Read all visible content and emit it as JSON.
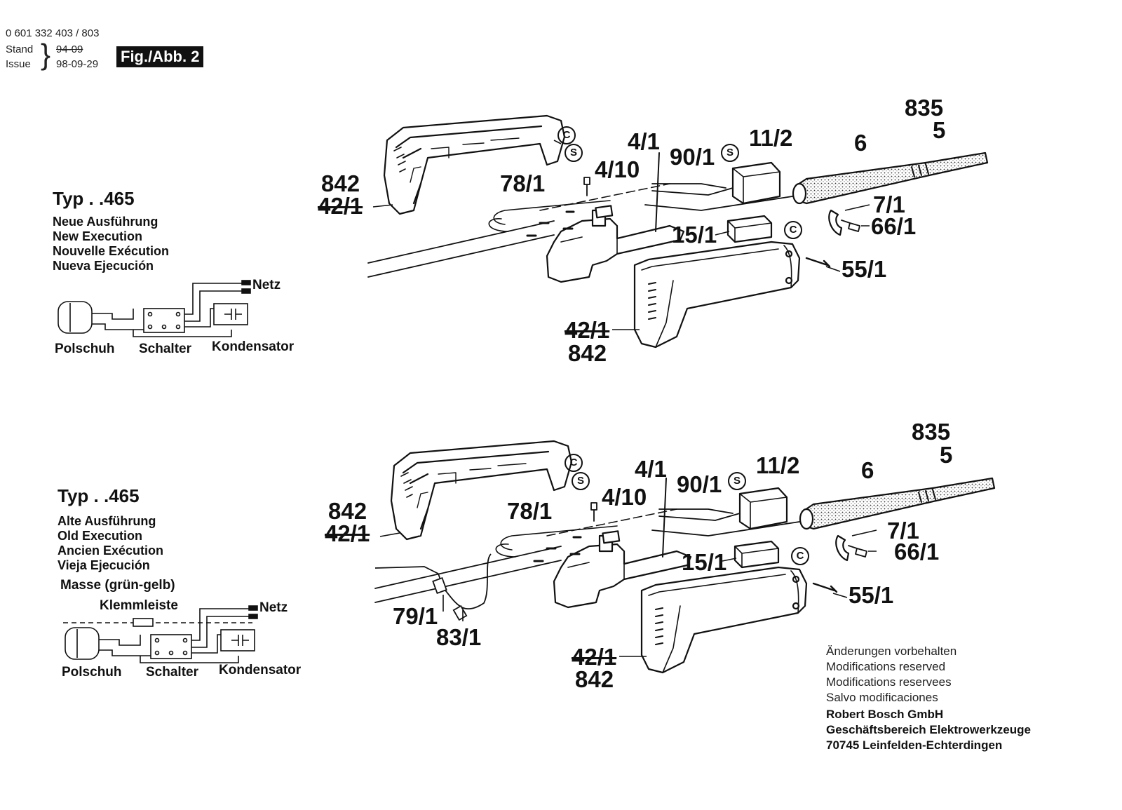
{
  "header": {
    "part_number": "0 601 332 403 / 803",
    "stand_label": "Stand",
    "issue_label": "Issue",
    "old_date": "94-09",
    "new_date": "98-09-29",
    "figure_label": "Fig./Abb. 2"
  },
  "top_panel": {
    "type_label": "Typ . .465",
    "execution": [
      "Neue Ausführung",
      "New Execution",
      "Nouvelle Exécution",
      "Nueva Ejecución"
    ],
    "wiring": {
      "netz": "Netz",
      "polschuh": "Polschuh",
      "schalter": "Schalter",
      "kondensator": "Kondensator"
    },
    "callouts": {
      "c835": "835",
      "c5": "5",
      "c6": "6",
      "c11_2": "11/2",
      "c4_1": "4/1",
      "c90_1": "90/1",
      "c4_10": "4/10",
      "c78_1": "78/1",
      "c842a": "842",
      "c42_1a": "42/1",
      "c7_1": "7/1",
      "c66_1": "66/1",
      "c15_1": "15/1",
      "c55_1": "55/1",
      "c42_1b": "42/1",
      "c842b": "842"
    },
    "markers": {
      "c": "C",
      "s": "S"
    }
  },
  "bottom_panel": {
    "type_label": "Typ . .465",
    "execution": [
      "Alte Ausführung",
      "Old Execution",
      "Ancien Exécution",
      "Vieja Ejecución"
    ],
    "wiring": {
      "masse": "Masse (grün-gelb)",
      "klemmleiste": "Klemmleiste",
      "netz": "Netz",
      "polschuh": "Polschuh",
      "schalter": "Schalter",
      "kondensator": "Kondensator"
    },
    "callouts": {
      "c835": "835",
      "c5": "5",
      "c6": "6",
      "c11_2": "11/2",
      "c4_1": "4/1",
      "c90_1": "90/1",
      "c4_10": "4/10",
      "c78_1": "78/1",
      "c842a": "842",
      "c42_1a": "42/1",
      "c7_1": "7/1",
      "c66_1": "66/1",
      "c15_1": "15/1",
      "c55_1": "55/1",
      "c42_1b": "42/1",
      "c842b": "842",
      "c79_1": "79/1",
      "c83_1": "83/1"
    },
    "markers": {
      "c": "C",
      "s": "S"
    }
  },
  "footer": {
    "notes": [
      "Änderungen vorbehalten",
      "Modifications reserved",
      "Modifications reservees",
      "Salvo modificaciones"
    ],
    "company": [
      "Robert Bosch GmbH",
      "Geschäftsbereich Elektrowerkzeuge",
      "70745 Leinfelden-Echterdingen"
    ]
  }
}
